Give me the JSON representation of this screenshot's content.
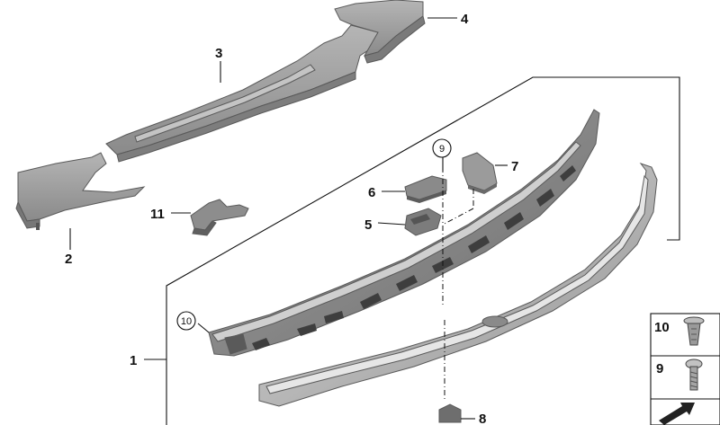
{
  "callouts": {
    "p1": "1",
    "p2": "2",
    "p3": "3",
    "p4": "4",
    "p5": "5",
    "p6": "6",
    "p7": "7",
    "p8": "8",
    "p9": "9",
    "p10": "10",
    "p11": "11"
  },
  "legend": [
    {
      "label": "10",
      "icon": "expanding-rivet-icon"
    },
    {
      "label": "9",
      "icon": "torx-screw-icon"
    },
    {
      "label": "",
      "icon": "view-arrow-icon"
    }
  ],
  "colors": {
    "part_fill": "#9a9a9a",
    "part_dark": "#6f6f6f",
    "part_light": "#c9c9c9",
    "line": "#111111"
  }
}
